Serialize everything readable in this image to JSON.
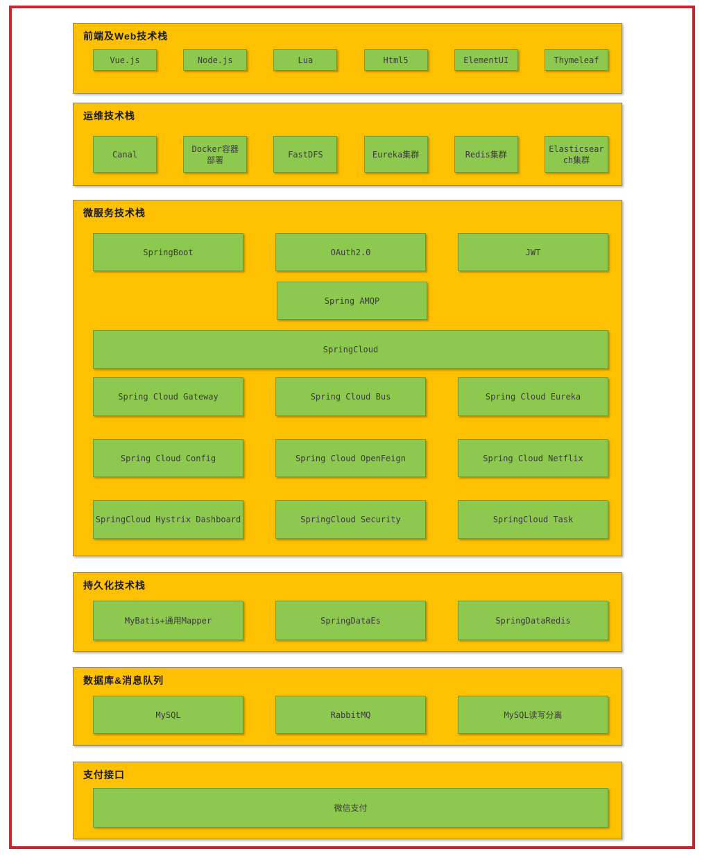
{
  "colors": {
    "frame_border": "#c9252c",
    "section_fill": "#fdc101",
    "section_border": "#8e8464",
    "box_fill": "#8ec94f",
    "box_border": "#6e9c31",
    "box_text": "#3a3a3a",
    "title_text": "#1b1b1b"
  },
  "sections": [
    {
      "title": "前端及Web技术栈",
      "boxes": [
        "Vue.js",
        "Node.js",
        "Lua",
        "Html5",
        "ElementUI",
        "Thymeleaf"
      ]
    },
    {
      "title": "运维技术栈",
      "boxes": [
        "Canal",
        "Docker容器\n部署",
        "FastDFS",
        "Eureka集群",
        "Redis集群",
        "Elasticsear\nch集群"
      ]
    },
    {
      "title": "微服务技术栈",
      "rows": {
        "row1": [
          "SpringBoot",
          "OAuth2.0",
          "JWT"
        ],
        "row2": [
          "Spring AMQP"
        ],
        "row3": [
          "SpringCloud"
        ],
        "row4": [
          "Spring Cloud Gateway",
          "Spring Cloud Bus",
          "Spring Cloud Eureka"
        ],
        "row5": [
          "Spring Cloud Config",
          "Spring Cloud OpenFeign",
          "Spring Cloud Netflix"
        ],
        "row6": [
          "SpringCloud Hystrix Dashboard",
          "SpringCloud Security",
          "SpringCloud Task"
        ]
      }
    },
    {
      "title": "持久化技术栈",
      "boxes": [
        "MyBatis+通用Mapper",
        "SpringDataEs",
        "SpringDataRedis"
      ]
    },
    {
      "title": "数据库&消息队列",
      "boxes": [
        "MySQL",
        "RabbitMQ",
        "MySQL读写分离"
      ]
    },
    {
      "title": "支付接口",
      "boxes": [
        "微信支付"
      ]
    }
  ]
}
